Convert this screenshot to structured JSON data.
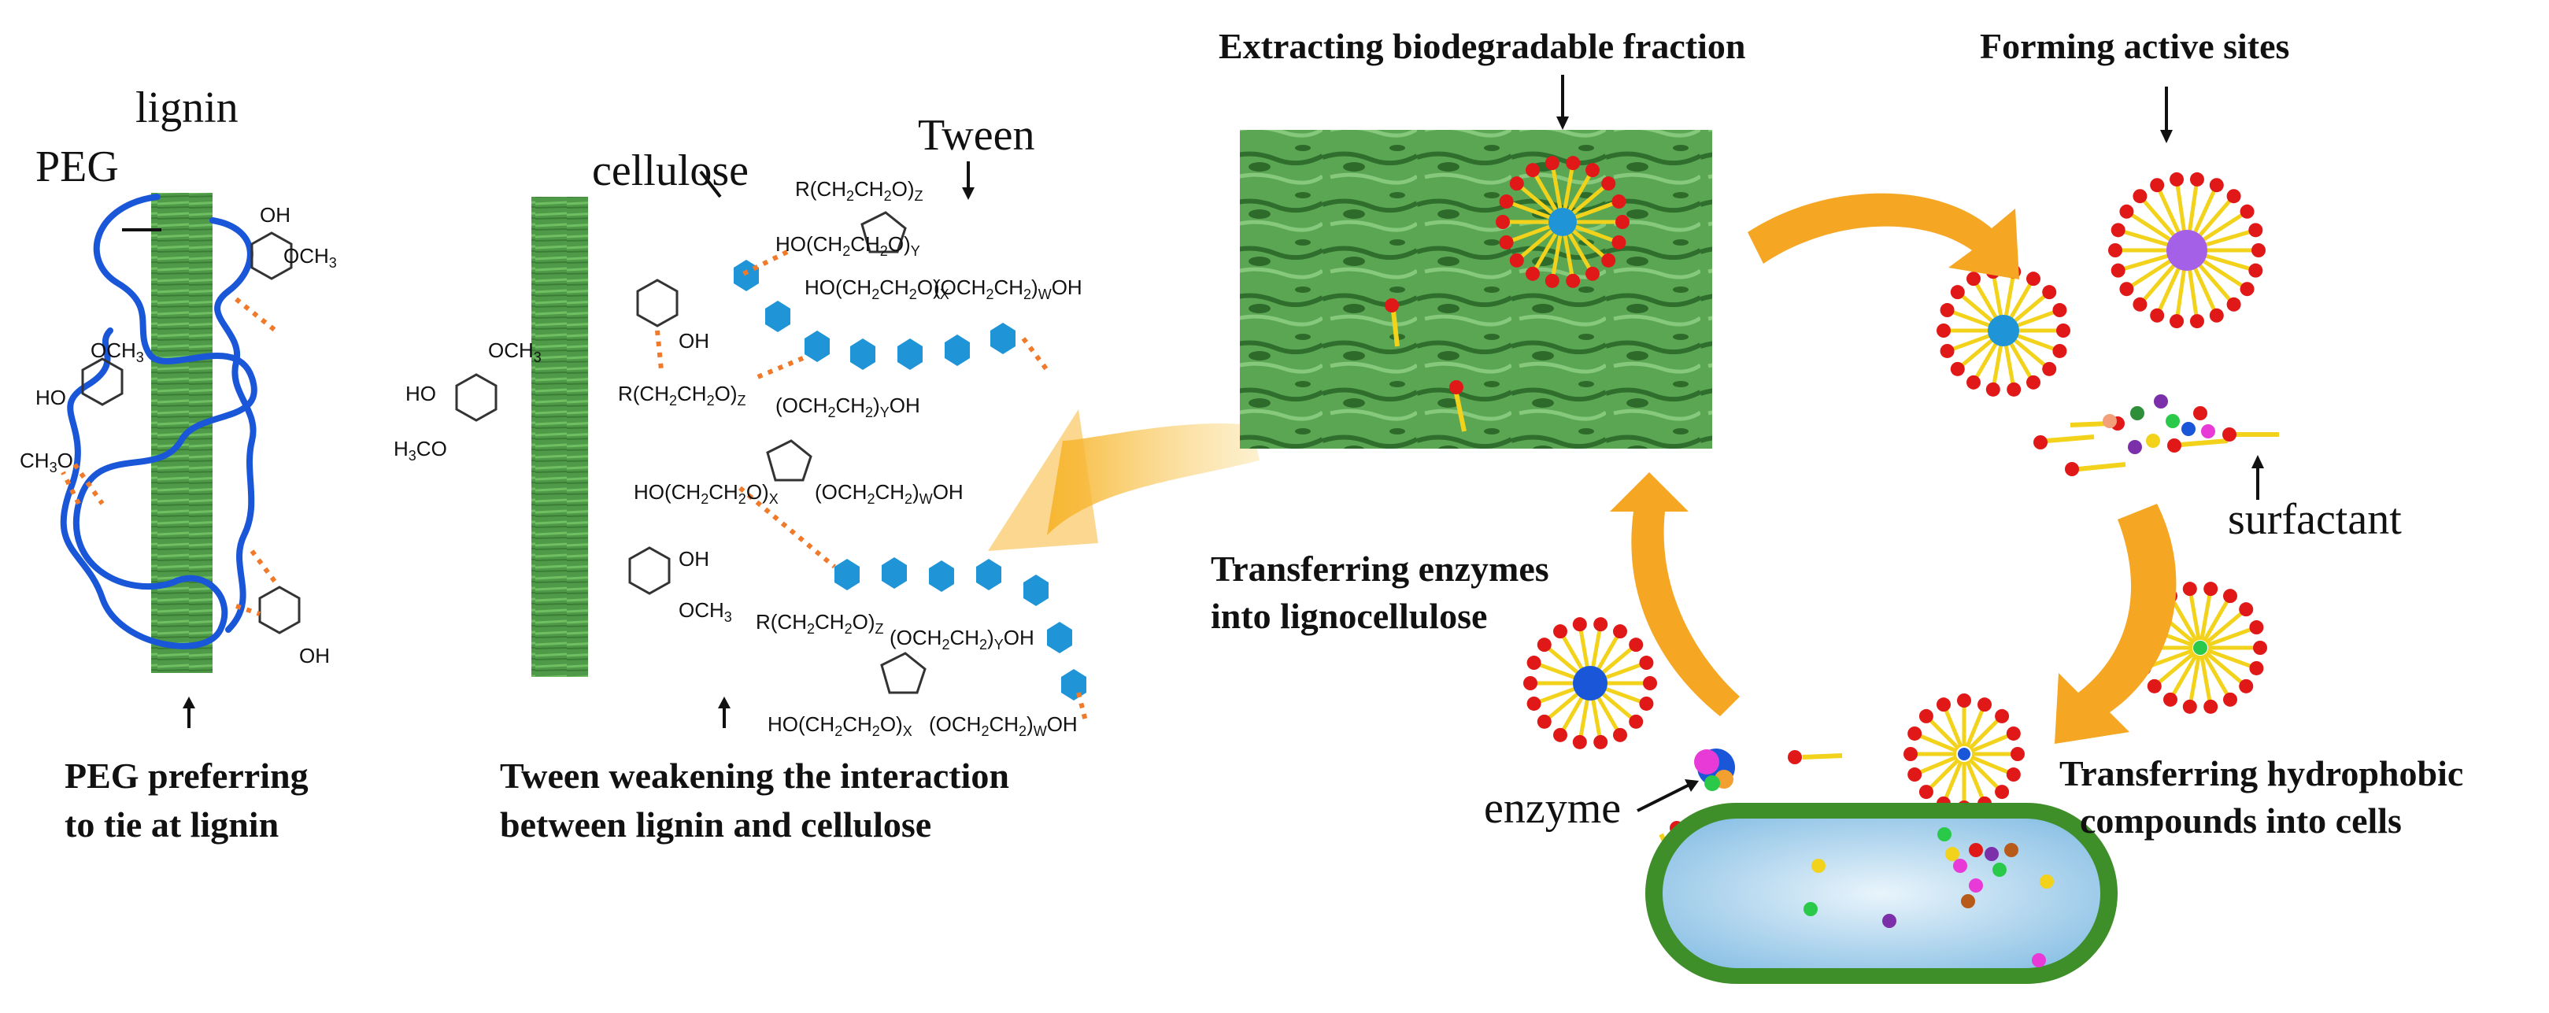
{
  "panels": {
    "peg": {
      "label_lignin": "lignin",
      "label_peg": "PEG",
      "caption_line1": "PEG preferring",
      "caption_line2": "to tie at lignin"
    },
    "tween": {
      "label_cellulose": "cellulose",
      "label_tween": "Tween",
      "caption_line1": "Tween weakening the interaction",
      "caption_line2": "between lignin and cellulose"
    },
    "cycle": {
      "step_extract": "Extracting biodegradable fraction",
      "step_active": "Forming active sites",
      "label_surfactant": "surfactant",
      "step_hydrophobic_line1": "Transferring hydrophobic",
      "step_hydrophobic_line2": "compounds into cells",
      "step_enzymes_line1": "Transferring enzymes",
      "step_enzymes_line2": "into lignocellulose",
      "label_enzyme": "enzyme"
    }
  },
  "colors": {
    "lignin_green": "#4f9a48",
    "peg_blue": "#1a56d8",
    "hexagon_blue": "#1f95d8",
    "bond_orange": "#f07a2a",
    "arrow_orange": "#f5a623",
    "head_red": "#e01818",
    "tail_yellow": "#f2d21b",
    "cell_wall": "#3e8e2a"
  }
}
